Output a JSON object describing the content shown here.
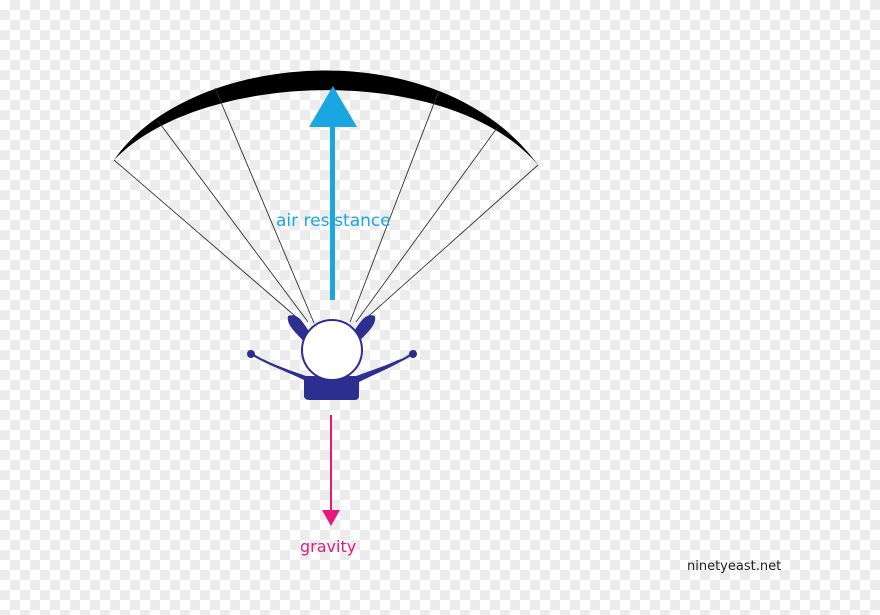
{
  "labels": {
    "air_resistance": "air resistance",
    "gravity": "gravity",
    "credit": "ninetyeast.net"
  },
  "colors": {
    "air_resistance": "#1aa6e0",
    "gravity": "#e6197a",
    "skydiver": "#2c2f8f",
    "canopy": "#000000",
    "lines": "#333333"
  }
}
